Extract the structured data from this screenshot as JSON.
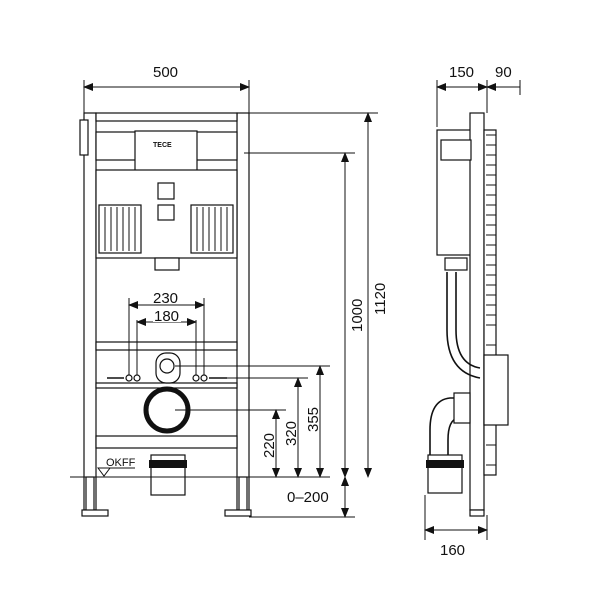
{
  "drawing": {
    "front_view": {
      "width_dim": "500",
      "outer_holes_dim": "230",
      "inner_holes_dim": "180",
      "height_frame_dim": "1120",
      "height_actuator_dim": "1000",
      "height_355_dim": "355",
      "height_320_dim": "320",
      "height_220_dim": "220",
      "leg_adjust_dim": "0–200",
      "floor_label": "OKFF",
      "logo_text": "TECE"
    },
    "side_view": {
      "depth_dim": "150",
      "extra_depth_dim": "90",
      "bottom_dim": "160"
    },
    "colors": {
      "line": "#111111",
      "background": "#ffffff"
    }
  }
}
